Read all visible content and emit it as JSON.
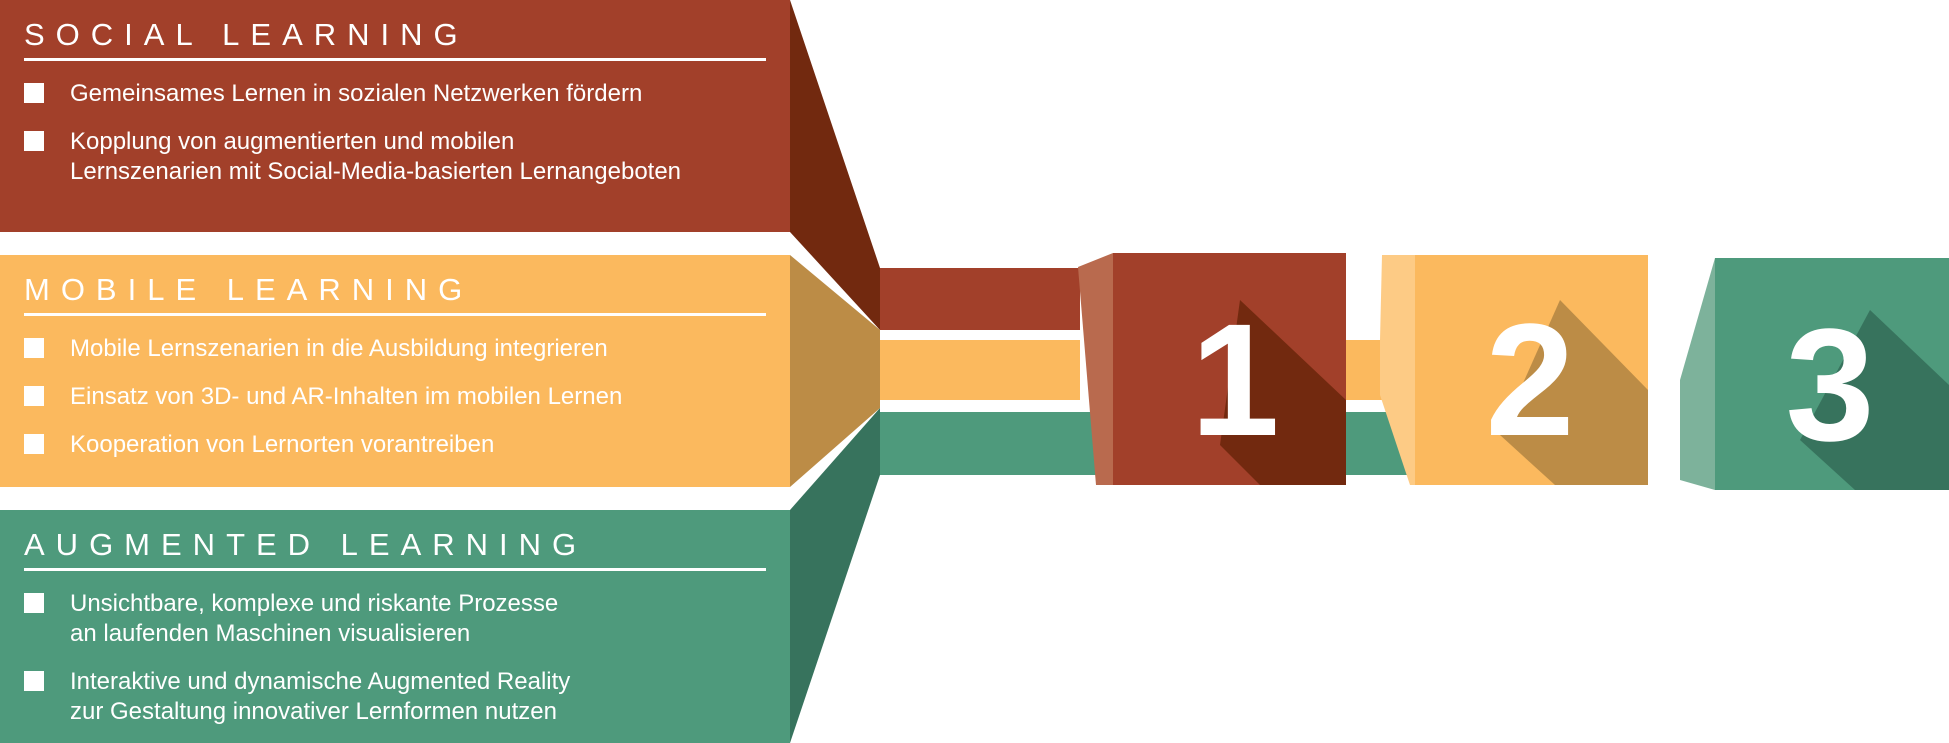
{
  "colors": {
    "social": "#A2402A",
    "social_dark": "#72290F",
    "social_light": "#B96A4E",
    "mobile": "#FBB95E",
    "mobile_dark": "#BC8C46",
    "mobile_light": "#FDCB85",
    "augmented": "#4E9A7C",
    "augmented_dark": "#37735D",
    "augmented_light": "#7DB29B"
  },
  "panels": {
    "social": {
      "title": "SOCIAL LEARNING",
      "items": [
        "Gemeinsames Lernen in sozialen Netzwerken fördern",
        "Kopplung von augmentierten und mobilen\nLernszenarien mit Social-Media-basierten Lernangeboten"
      ]
    },
    "mobile": {
      "title": "MOBILE LEARNING",
      "items": [
        "Mobile Lernszenarien in die Ausbildung integrieren",
        "Einsatz von 3D- und AR-Inhalten im mobilen Lernen",
        "Kooperation von Lernorten vorantreiben"
      ]
    },
    "augmented": {
      "title": "AUGMENTED LEARNING",
      "items": [
        "Unsichtbare, komplexe und riskante Prozesse\nan laufenden Maschinen visualisieren",
        "Interaktive und dynamische Augmented Reality\nzur Gestaltung innovativer Lernformen nutzen"
      ]
    }
  },
  "steps": [
    "1",
    "2",
    "3"
  ]
}
